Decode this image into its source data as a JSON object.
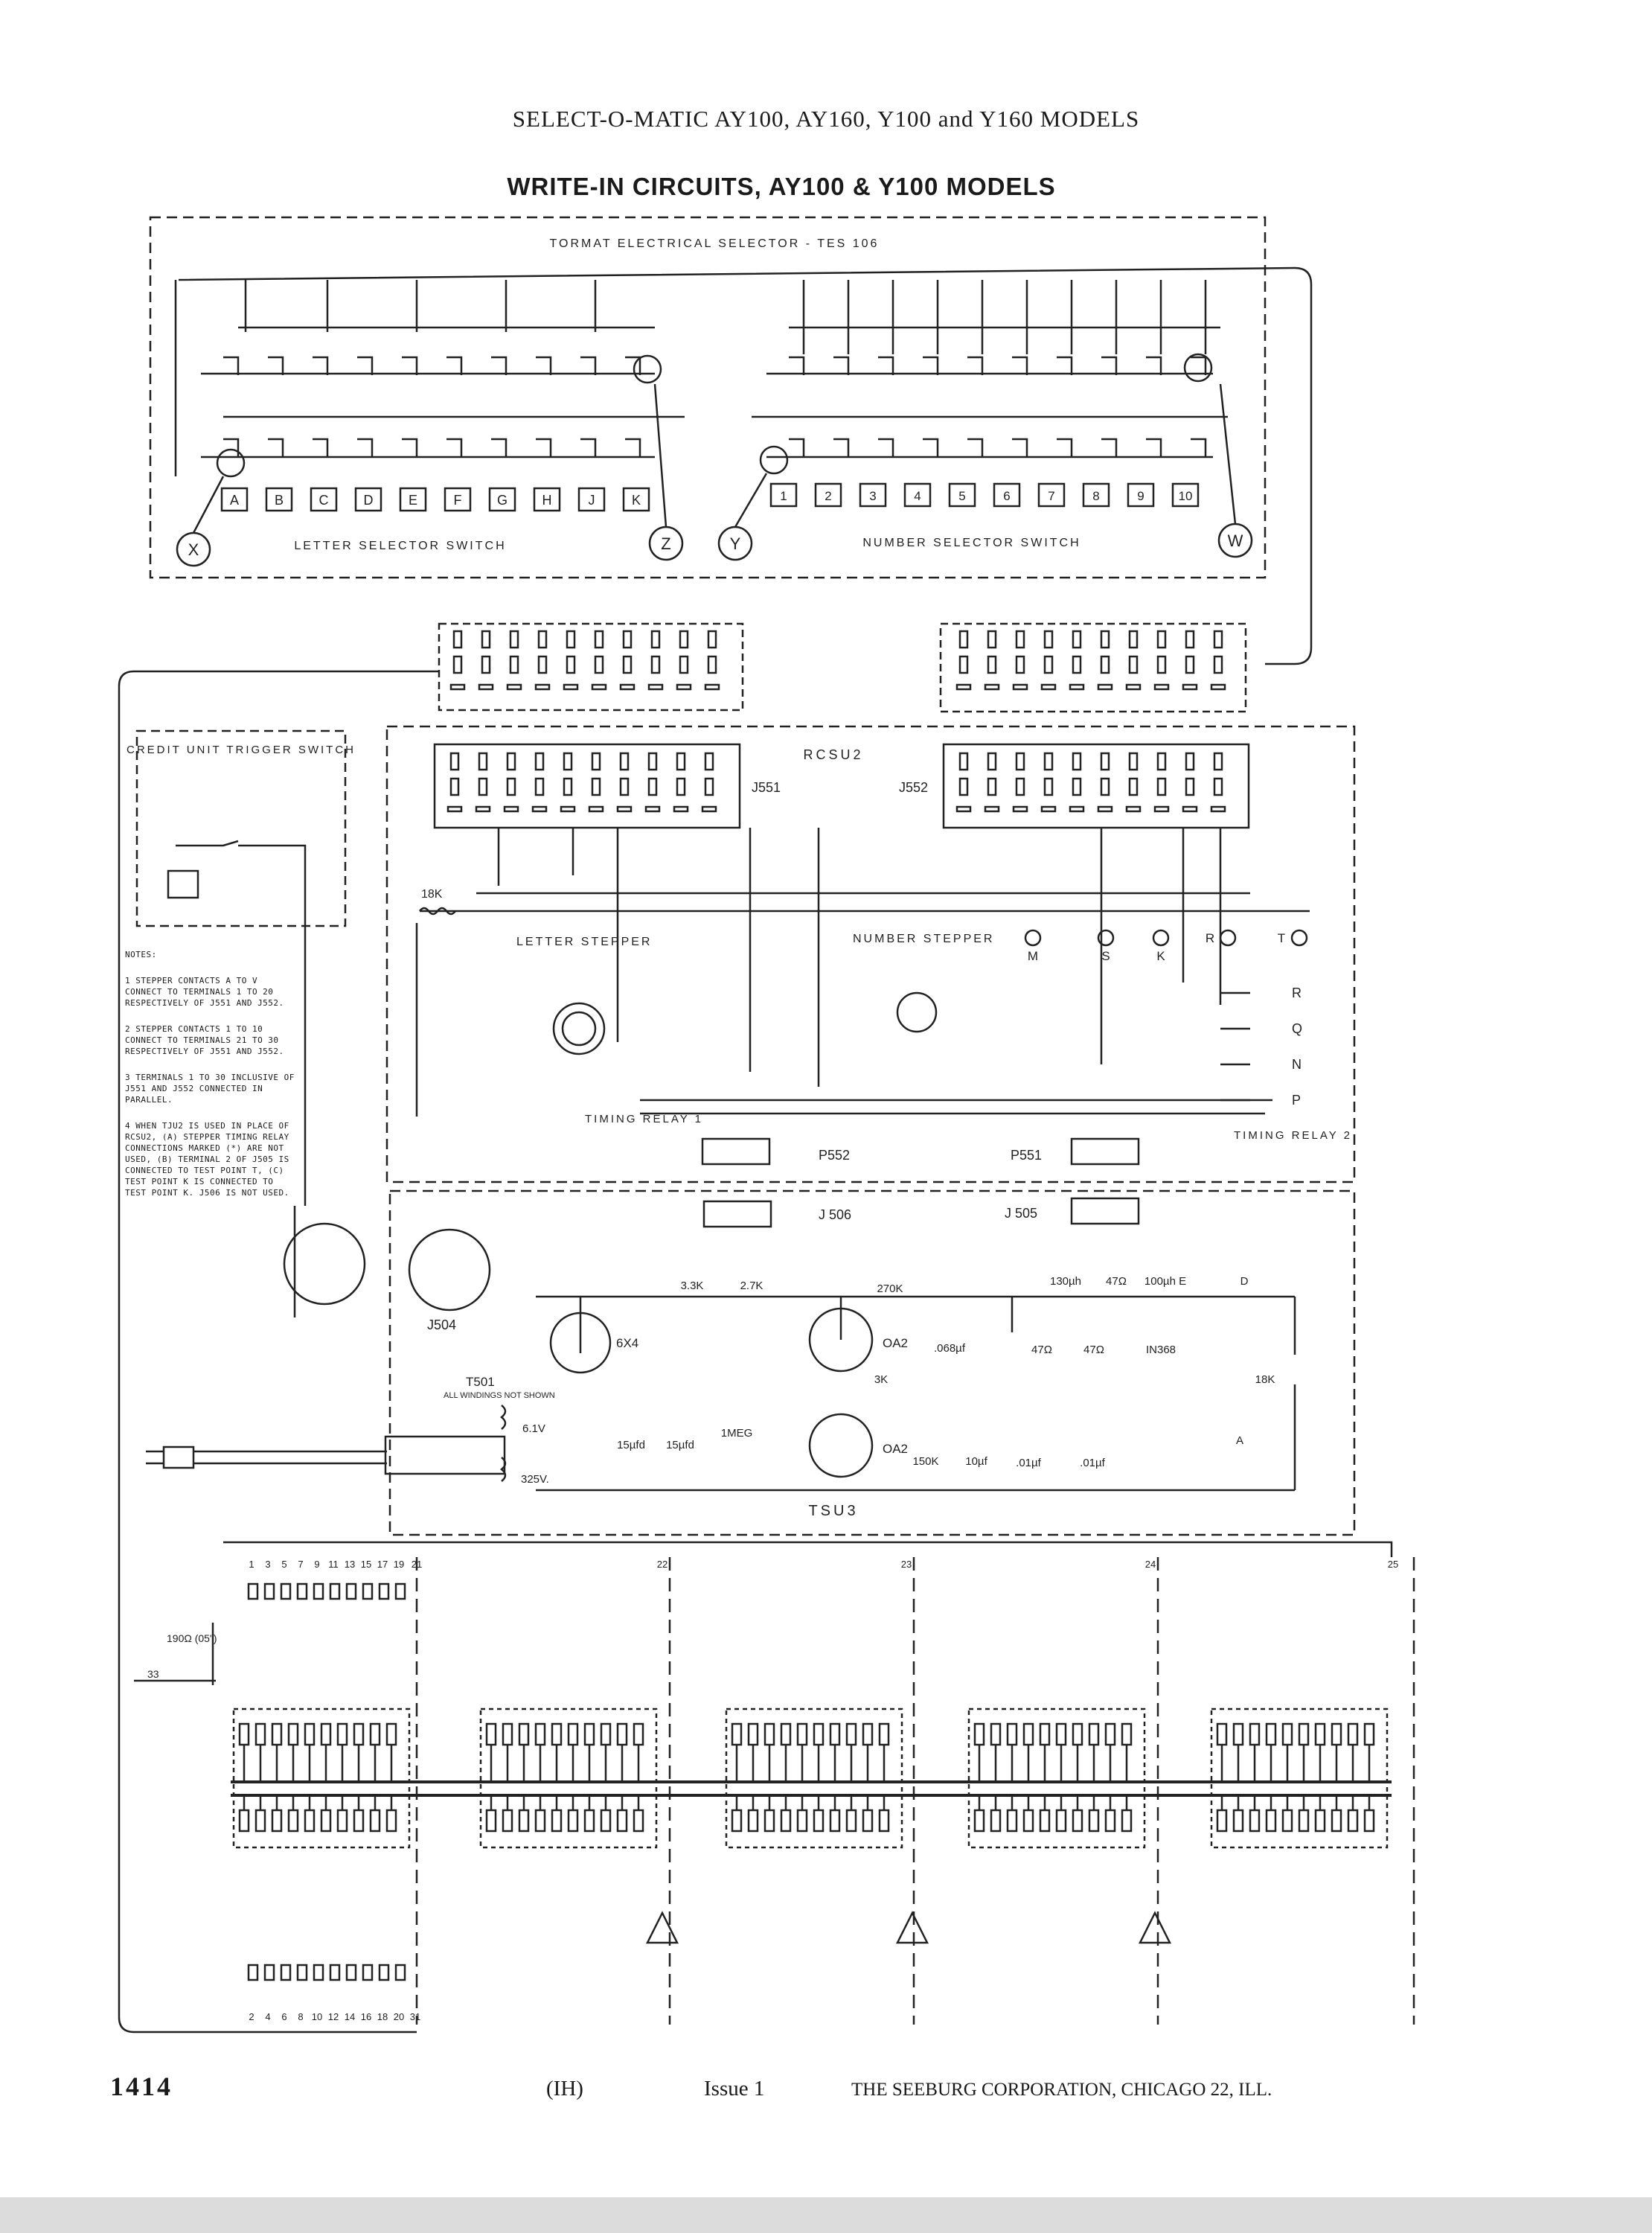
{
  "header": "SELECT-O-MATIC AY100, AY160, Y100 and Y160 MODELS",
  "title": "WRITE-IN CIRCUITS,  AY100 & Y100 MODELS",
  "selector": {
    "name": "TORMAT  ELECTRICAL  SELECTOR - TES 106",
    "letter_switch": "LETTER SELECTOR SWITCH",
    "number_switch": "NUMBER SELECTOR SWITCH",
    "letters": [
      "A",
      "B",
      "C",
      "D",
      "E",
      "F",
      "G",
      "H",
      "J",
      "K"
    ],
    "numbers": [
      "1",
      "2",
      "3",
      "4",
      "5",
      "6",
      "7",
      "8",
      "9",
      "10"
    ],
    "points": [
      "X",
      "Z",
      "Y",
      "W"
    ]
  },
  "rcsu": {
    "name": "RCSU2",
    "j551": "J551",
    "j552": "J552",
    "letter_stepper": "LETTER STEPPER",
    "number_stepper": "NUMBER STEPPER",
    "timing_relay_1": "TIMING RELAY 1",
    "timing_relay_2": "TIMING RELAY 2",
    "p552": "P552",
    "p551": "P551",
    "resistor": "18K",
    "terminals": [
      "M",
      "S",
      "K",
      "R",
      "T"
    ],
    "relay_contacts": [
      "R",
      "Q",
      "N",
      "P"
    ]
  },
  "credit": {
    "label": "CREDIT UNIT TRIGGER SWITCH"
  },
  "notes": {
    "title": "NOTES:",
    "items": [
      "1 STEPPER CONTACTS A TO V CONNECT TO TERMINALS 1 TO 20 RESPECTIVELY OF J551 AND J552.",
      "2 STEPPER CONTACTS 1 TO 10 CONNECT TO TERMINALS 21 TO 30 RESPECTIVELY OF J551 AND J552.",
      "3 TERMINALS 1 TO 30 INCLUSIVE OF J551 AND J552 CONNECTED IN PARALLEL.",
      "4 WHEN TJU2 IS USED IN PLACE OF RCSU2, (A) STEPPER TIMING RELAY CONNECTIONS MARKED (*) ARE NOT USED, (B) TERMINAL 2 OF J505 IS CONNECTED TO TEST POINT T, (C) TEST POINT K IS CONNECTED TO TEST POINT K. J506 IS NOT USED."
    ]
  },
  "tsu": {
    "name": "TSU3",
    "j506": "J 506",
    "j505": "J 505",
    "j504": "J504",
    "t501": "T501",
    "t501_note": "ALL WINDINGS NOT SHOWN",
    "tube_6x4": "6X4",
    "tube_oa2_upper": "OA2",
    "tube_oa2_lower": "OA2",
    "v_61": "6.1V",
    "v_325": "325V.",
    "components": [
      "3.3K",
      "2.7K",
      "270K",
      "3K",
      "1MEG",
      "150K",
      "10µf",
      "15µfd",
      "15µfd",
      ".068µf",
      "47Ω",
      "47Ω",
      "IN368",
      "18K",
      ".01µf",
      ".01µf",
      "130µh",
      "47Ω",
      "100µh E",
      "D",
      "A"
    ]
  },
  "matrix": {
    "resistor": "190Ω (05\")",
    "left_terminal": "33",
    "top_labels": [
      "1",
      "3",
      "5",
      "7",
      "9",
      "11",
      "13",
      "15",
      "17",
      "19",
      "21",
      "22",
      "23",
      "24",
      "25"
    ],
    "bottom_labels": [
      "2",
      "4",
      "6",
      "8",
      "10",
      "12",
      "14",
      "16",
      "18",
      "20",
      "31"
    ]
  },
  "footer": {
    "page": "1414",
    "code": "(IH)",
    "issue": "Issue 1",
    "company": "THE SEEBURG CORPORATION, CHICAGO 22, ILL."
  }
}
